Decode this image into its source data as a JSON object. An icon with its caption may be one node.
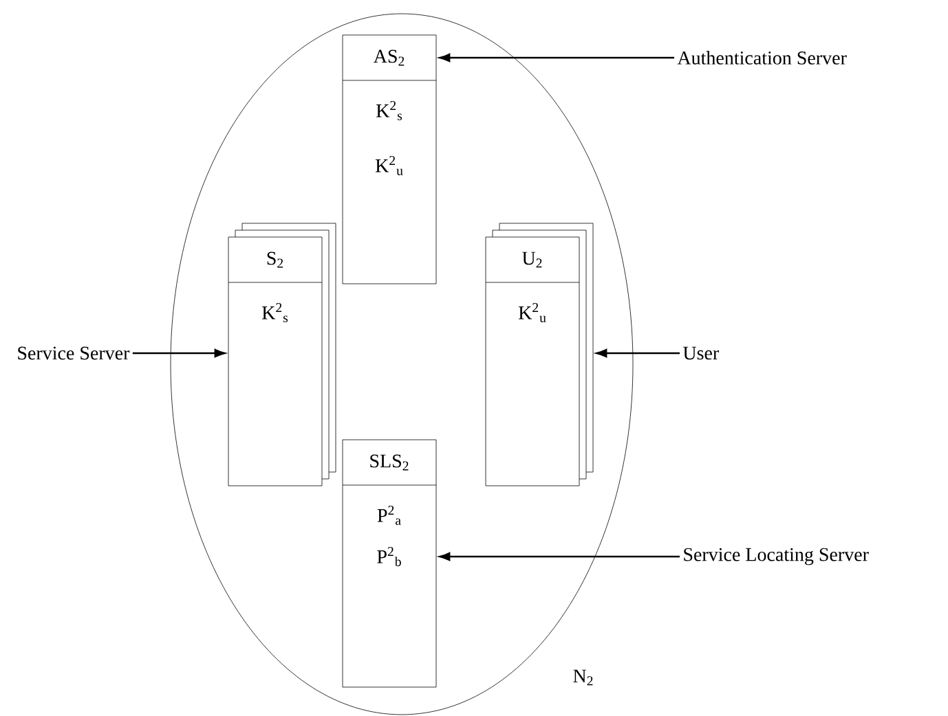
{
  "diagram": {
    "nodes": [
      {
        "text": [
          "N$_{2}$"
        ]
      },
      {
        "text": [
          "AS$_{2}$",
          "K$^{2}$$_{s}$",
          "K$^{2}$$_{u}$"
        ],
        "in": 0
      },
      {
        "text": [
          "S$_{2}$",
          "K$^{2}$$_{s}$"
        ],
        "in": 0
      },
      {
        "text": [
          "U$_{2}$",
          "K$^{2}$$_{u}$"
        ],
        "in": 0
      },
      {
        "text": [
          "SLS$_{2}$",
          "P$^{2}$$_{a}$",
          "P$^{2}$$_{b}$"
        ],
        "in": 0
      },
      {
        "text": [
          "Authentication Server"
        ]
      },
      {
        "text": [
          "Service Server"
        ]
      },
      {
        "text": [
          "User"
        ]
      },
      {
        "text": [
          "Service Locating Server"
        ]
      }
    ],
    "edges": [
      {
        "from": 5,
        "to": 1,
        "arrow": "to"
      },
      {
        "from": 6,
        "to": 2,
        "arrow": "to"
      },
      {
        "from": 7,
        "to": 3,
        "arrow": "to"
      },
      {
        "from": 8,
        "to": 4,
        "arrow": "to"
      }
    ]
  }
}
